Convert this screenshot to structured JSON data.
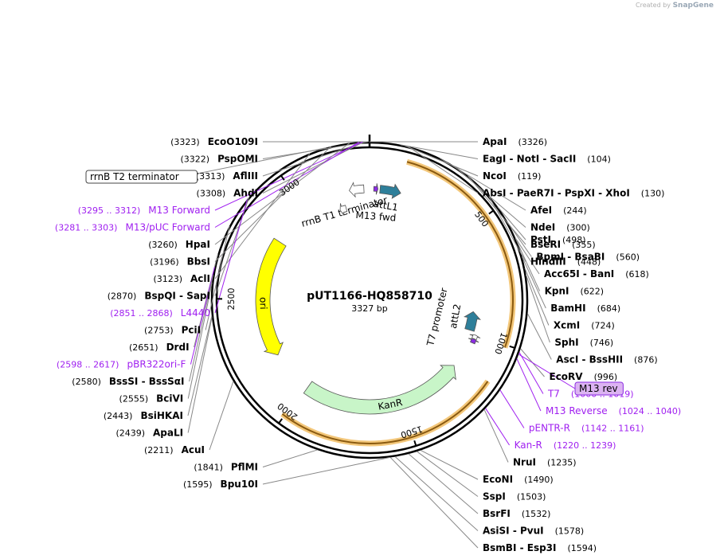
{
  "credit": {
    "prefix": "Created by",
    "brand": "SnapGene"
  },
  "plasmid": {
    "name": "pUT1166-HQ858710",
    "size_label": "3327 bp",
    "length": 3327
  },
  "ticks": [
    {
      "pos": 500,
      "label": "500"
    },
    {
      "pos": 1000,
      "label": "1000"
    },
    {
      "pos": 1500,
      "label": "1500"
    },
    {
      "pos": 2000,
      "label": "2000"
    },
    {
      "pos": 2500,
      "label": "2500"
    },
    {
      "pos": 3000,
      "label": "3000"
    }
  ],
  "enzymes": [
    {
      "id": "apai",
      "text": "ApaI",
      "pos": "(3326)",
      "site": 3326,
      "side": "R"
    },
    {
      "id": "ecoo109i",
      "text": "EcoO109I",
      "pos": "(3323)",
      "site": 3323,
      "side": "L"
    },
    {
      "id": "pspomi",
      "text": "PspOMI",
      "pos": "(3322)",
      "site": 3322,
      "side": "L"
    },
    {
      "id": "aflIII",
      "text": "AflIII",
      "pos": "(3313)",
      "site": 3313,
      "side": "L"
    },
    {
      "id": "ahdi",
      "text": "AhdI",
      "pos": "(3308)",
      "site": 3308,
      "side": "L"
    },
    {
      "id": "eagi",
      "text": "EagI  - NotI  - SacII",
      "pos": "(104)",
      "site": 104,
      "side": "R"
    },
    {
      "id": "ncoi",
      "text": "NcoI",
      "pos": "(119)",
      "site": 119,
      "side": "R"
    },
    {
      "id": "absi",
      "text": "AbsI  - PaeR7I  - PspXI  - XhoI",
      "pos": "(130)",
      "site": 130,
      "side": "R"
    },
    {
      "id": "afei",
      "text": "AfeI",
      "pos": "(244)",
      "site": 244,
      "side": "R"
    },
    {
      "id": "ndei",
      "text": "NdeI",
      "pos": "(300)",
      "site": 300,
      "side": "R"
    },
    {
      "id": "bseri",
      "text": "BseRI",
      "pos": "(355)",
      "site": 355,
      "side": "R"
    },
    {
      "id": "hindiii",
      "text": "HindIII",
      "pos": "(448)",
      "site": 448,
      "side": "R"
    },
    {
      "id": "psti",
      "text": "PstI",
      "pos": "(498)",
      "site": 498,
      "side": "R"
    },
    {
      "id": "bpmi",
      "text": "BpmI  - BsaBI",
      "pos": "(560)",
      "site": 560,
      "side": "R"
    },
    {
      "id": "acc65i",
      "text": "Acc65I  - BanI",
      "pos": "(618)",
      "site": 618,
      "side": "R"
    },
    {
      "id": "kpni",
      "text": "KpnI",
      "pos": "(622)",
      "site": 622,
      "side": "R"
    },
    {
      "id": "bamhi",
      "text": "BamHI",
      "pos": "(684)",
      "site": 684,
      "side": "R"
    },
    {
      "id": "xcmi",
      "text": "XcmI",
      "pos": "(724)",
      "site": 724,
      "side": "R"
    },
    {
      "id": "sphi",
      "text": "SphI",
      "pos": "(746)",
      "site": 746,
      "side": "R"
    },
    {
      "id": "asci",
      "text": "AscI  - BssHII",
      "pos": "(876)",
      "site": 876,
      "side": "R"
    },
    {
      "id": "ecorv",
      "text": "EcoRV",
      "pos": "(996)",
      "site": 996,
      "side": "R"
    },
    {
      "id": "nrui",
      "text": "NruI",
      "pos": "(1235)",
      "site": 1235,
      "side": "R"
    },
    {
      "id": "econi",
      "text": "EcoNI",
      "pos": "(1490)",
      "site": 1490,
      "side": "R"
    },
    {
      "id": "sspi",
      "text": "SspI",
      "pos": "(1503)",
      "site": 1503,
      "side": "R"
    },
    {
      "id": "bsrfi",
      "text": "BsrFI",
      "pos": "(1532)",
      "site": 1532,
      "side": "R"
    },
    {
      "id": "asisi",
      "text": "AsiSI  - PvuI",
      "pos": "(1578)",
      "site": 1578,
      "side": "R"
    },
    {
      "id": "bsmbi",
      "text": "BsmBI  - Esp3I",
      "pos": "(1594)",
      "site": 1594,
      "side": "R"
    },
    {
      "id": "bpu10i",
      "text": "Bpu10I",
      "pos": "(1595)",
      "site": 1595,
      "side": "L"
    },
    {
      "id": "pflmi",
      "text": "PflMI",
      "pos": "(1841)",
      "site": 1841,
      "side": "L"
    },
    {
      "id": "acui",
      "text": "AcuI",
      "pos": "(2211)",
      "site": 2211,
      "side": "L"
    },
    {
      "id": "apali",
      "text": "ApaLI",
      "pos": "(2439)",
      "site": 2439,
      "side": "L"
    },
    {
      "id": "bsihkai",
      "text": "BsiHKAI",
      "pos": "(2443)",
      "site": 2443,
      "side": "L"
    },
    {
      "id": "bcivi",
      "text": "BciVI",
      "pos": "(2555)",
      "site": 2555,
      "side": "L"
    },
    {
      "id": "bsssi",
      "text": "BssSI  - BssSαI",
      "pos": "(2580)",
      "site": 2580,
      "side": "L"
    },
    {
      "id": "drdi",
      "text": "DrdI",
      "pos": "(2651)",
      "site": 2651,
      "side": "L"
    },
    {
      "id": "pcii",
      "text": "PciI",
      "pos": "(2753)",
      "site": 2753,
      "side": "L"
    },
    {
      "id": "bspqi",
      "text": "BspQI  - SapI",
      "pos": "(2870)",
      "site": 2870,
      "side": "L"
    },
    {
      "id": "acli",
      "text": "AclI",
      "pos": "(3123)",
      "site": 3123,
      "side": "L"
    },
    {
      "id": "bbsi",
      "text": "BbsI",
      "pos": "(3196)",
      "site": 3196,
      "side": "L"
    },
    {
      "id": "hpai",
      "text": "HpaI",
      "pos": "(3260)",
      "site": 3260,
      "side": "L"
    }
  ],
  "primers": [
    {
      "id": "m13-forward",
      "text": "M13 Forward",
      "pos": "(3295 .. 3312)",
      "site": 3304,
      "side": "L"
    },
    {
      "id": "m13-puc-forward",
      "text": "M13/pUC Forward",
      "pos": "(3281 .. 3303)",
      "site": 3292,
      "side": "L"
    },
    {
      "id": "l4440",
      "text": "L4440",
      "pos": "(2851 .. 2868)",
      "site": 2860,
      "side": "L"
    },
    {
      "id": "pbr322ori-f",
      "text": "pBR322ori-F",
      "pos": "(2598 .. 2617)",
      "site": 2607,
      "side": "L"
    },
    {
      "id": "t7",
      "text": "T7",
      "pos": "(1000 .. 1019)",
      "site": 1009,
      "side": "R"
    },
    {
      "id": "m13-reverse",
      "text": "M13 Reverse",
      "pos": "(1024 .. 1040)",
      "site": 1032,
      "side": "R"
    },
    {
      "id": "pentr-r",
      "text": "pENTR-R",
      "pos": "(1142 .. 1161)",
      "site": 1151,
      "side": "R"
    },
    {
      "id": "kan-r",
      "text": "Kan-R",
      "pos": "(1220 .. 1239)",
      "site": 1229,
      "side": "R"
    }
  ],
  "boxed_labels": [
    {
      "id": "rrnb-t2-terminator",
      "text": "rrnB T2 terminator",
      "site": 3180,
      "style": "feature"
    },
    {
      "id": "m13-rev",
      "text": "M13 rev",
      "site": 1016,
      "style": "primer"
    }
  ],
  "features": [
    {
      "id": "attl1",
      "text": "attL1",
      "start": 50,
      "end": 150,
      "dir": 1,
      "color": "#2e7f9a"
    },
    {
      "id": "m13-fwd",
      "text": "M13 fwd",
      "start": 20,
      "end": 40,
      "dir": 1,
      "color": "#8a2be2"
    },
    {
      "id": "rrnb-t1",
      "text": "rrnB T1 terminator",
      "start": 3230,
      "end": 3300,
      "dir": -1,
      "color": "#ffffff"
    },
    {
      "id": "rrnb-t2",
      "text": "",
      "start": 3160,
      "end": 3195,
      "dir": -1,
      "color": "#ffffff"
    },
    {
      "id": "orf",
      "text": "",
      "start": 140,
      "end": 1010,
      "dir": 1,
      "color": "#f0a030"
    },
    {
      "id": "attl2",
      "text": "attL2",
      "start": 890,
      "end": 985,
      "dir": -1,
      "color": "#2e7f9a"
    },
    {
      "id": "t7-promoter",
      "text": "T7 promoter",
      "start": 1000,
      "end": 1019,
      "dir": -1,
      "color": "#ffffff"
    },
    {
      "id": "m13-rev-feat",
      "text": "",
      "start": 1020,
      "end": 1040,
      "dir": -1,
      "color": "#8a2be2"
    },
    {
      "id": "kanr",
      "text": "KanR",
      "start": 1180,
      "end": 1990,
      "dir": -1,
      "color": "#c8f5c8"
    },
    {
      "id": "kan-span",
      "text": "",
      "start": 1150,
      "end": 2010,
      "dir": 1,
      "color": "#f0a030"
    },
    {
      "id": "ori",
      "text": "ori",
      "start": 2210,
      "end": 2800,
      "dir": -1,
      "color": "#ffff00"
    }
  ]
}
